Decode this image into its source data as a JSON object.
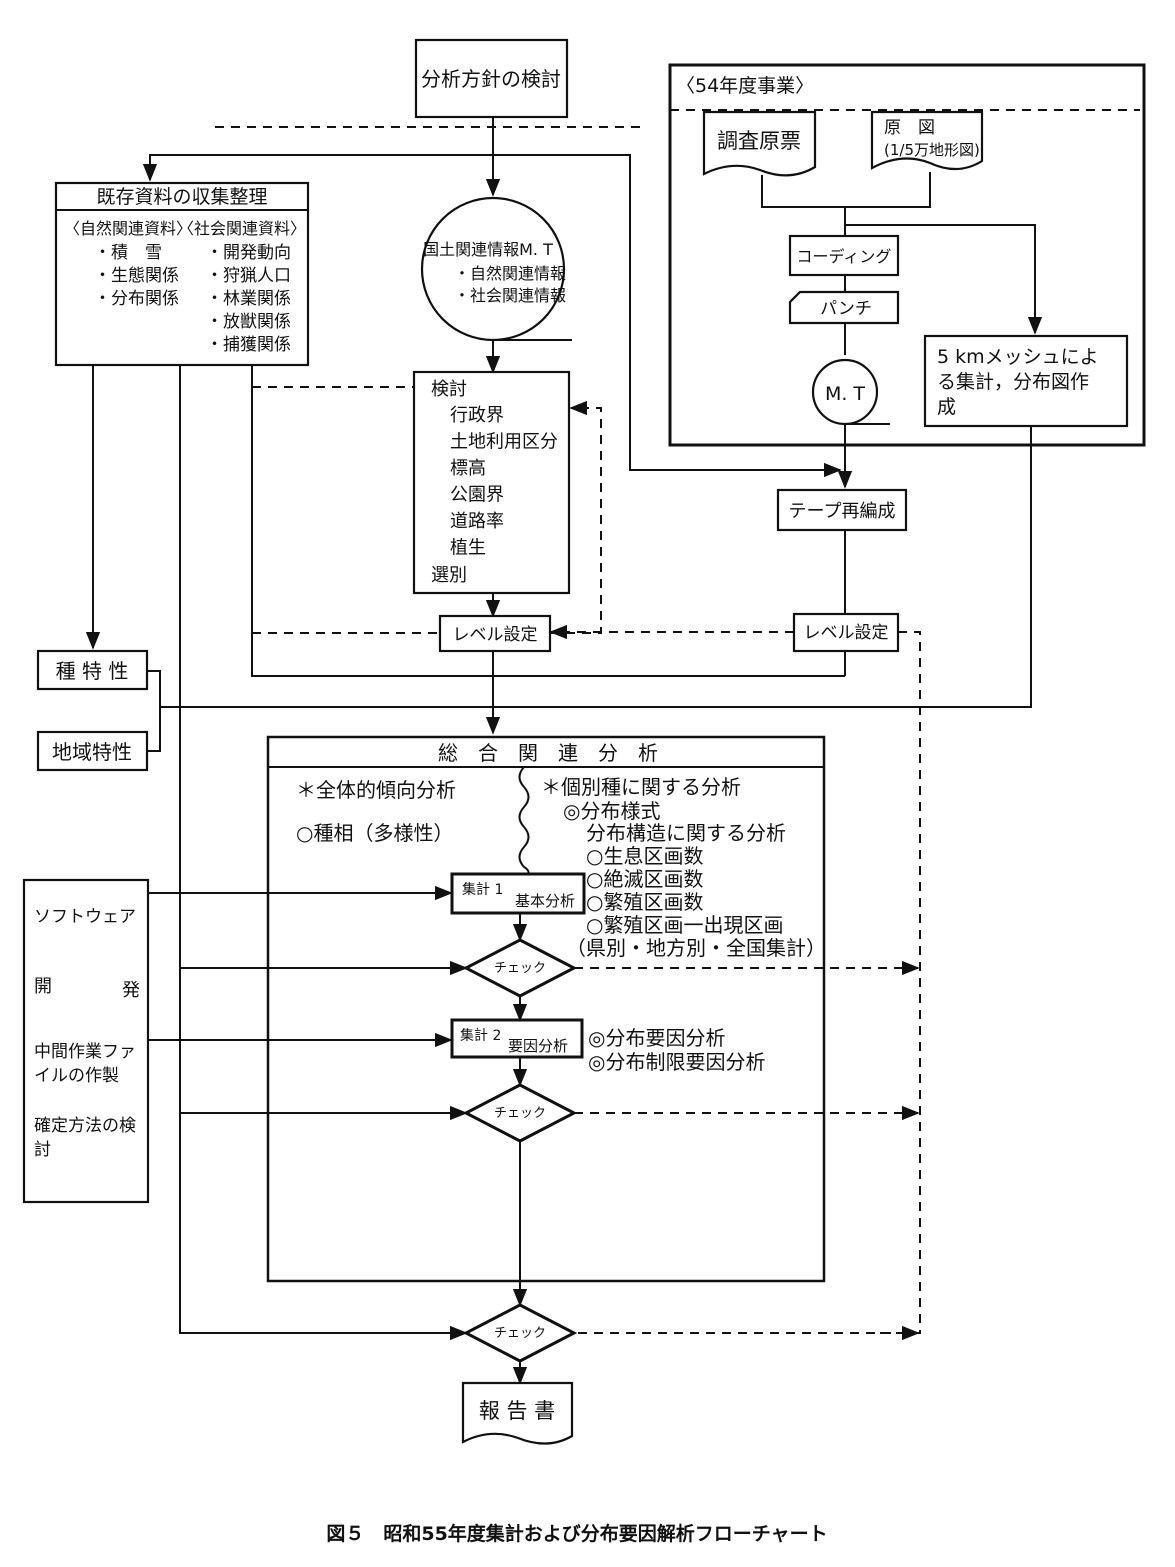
{
  "title": "分析方針の検討",
  "kizon": {
    "header": "既存資料の収集整理",
    "sub_left": "〈自然関連資料〉",
    "sub_right": "〈社会関連資料〉",
    "natural_items": [
      "・積　雪",
      "・生態関係",
      "・分布関係"
    ],
    "social_items": [
      "・開発動向",
      "・狩猟人口",
      "・林業関係",
      "・放獣関係",
      "・捕獲関係"
    ]
  },
  "kokudo": {
    "title": "国土関連情報M. T",
    "items": [
      "・自然関連情報",
      "・社会関連情報"
    ]
  },
  "kento": {
    "label": "検討",
    "items": [
      "行政界",
      "土地利用区分",
      "標高",
      "公園界",
      "道路率",
      "植生"
    ],
    "footer": "選別"
  },
  "project54": {
    "header": "〈54年度事業〉",
    "doc1": "調査原票",
    "doc2_line1": "原　図",
    "doc2_line2": "(1/5万地形図)",
    "coding": "コーディング",
    "punch": "パンチ",
    "mt": "M. T",
    "mesh_line1": "5 kmメッシュによ",
    "mesh_line2": "る集計，分布図作",
    "mesh_line3": "成"
  },
  "tape": "テープ再編成",
  "level_center": "レベル設定",
  "level_right": "レベル設定",
  "shu_tokusei": "種 特 性",
  "chiiki_tokusei": "地域特性",
  "sogo": {
    "header": "総　合　関　連　分　析",
    "overall": "＊全体的傾向分析",
    "shuso": "○種相（多様性）",
    "individual": "＊個別種に関する分析",
    "bunpu": "◎分布様式",
    "kozo": "分布構造に関する分析",
    "items": [
      "○生息区画数",
      "○絶滅区画数",
      "○繁殖区画数",
      "○繁殖区画一出現区画",
      "（県別・地方別・全国集計）"
    ],
    "shukei1_a": "集計 1",
    "shukei1_b": "基本分析",
    "shukei2_a": "集計 2",
    "shukei2_b": "要因分析",
    "factor1": "◎分布要因分析",
    "factor2": "◎分布制限要因分析"
  },
  "check": "チェック",
  "software": {
    "l1": "ソフトウェア",
    "l2a": "開",
    "l2b": "発",
    "l3a": "中間作業ファ",
    "l3b": "イルの作製",
    "l4a": "確定方法の検",
    "l4b": "討"
  },
  "report": "報 告 書",
  "caption": "図５　昭和55年度集計および分布要因解析フローチャート"
}
